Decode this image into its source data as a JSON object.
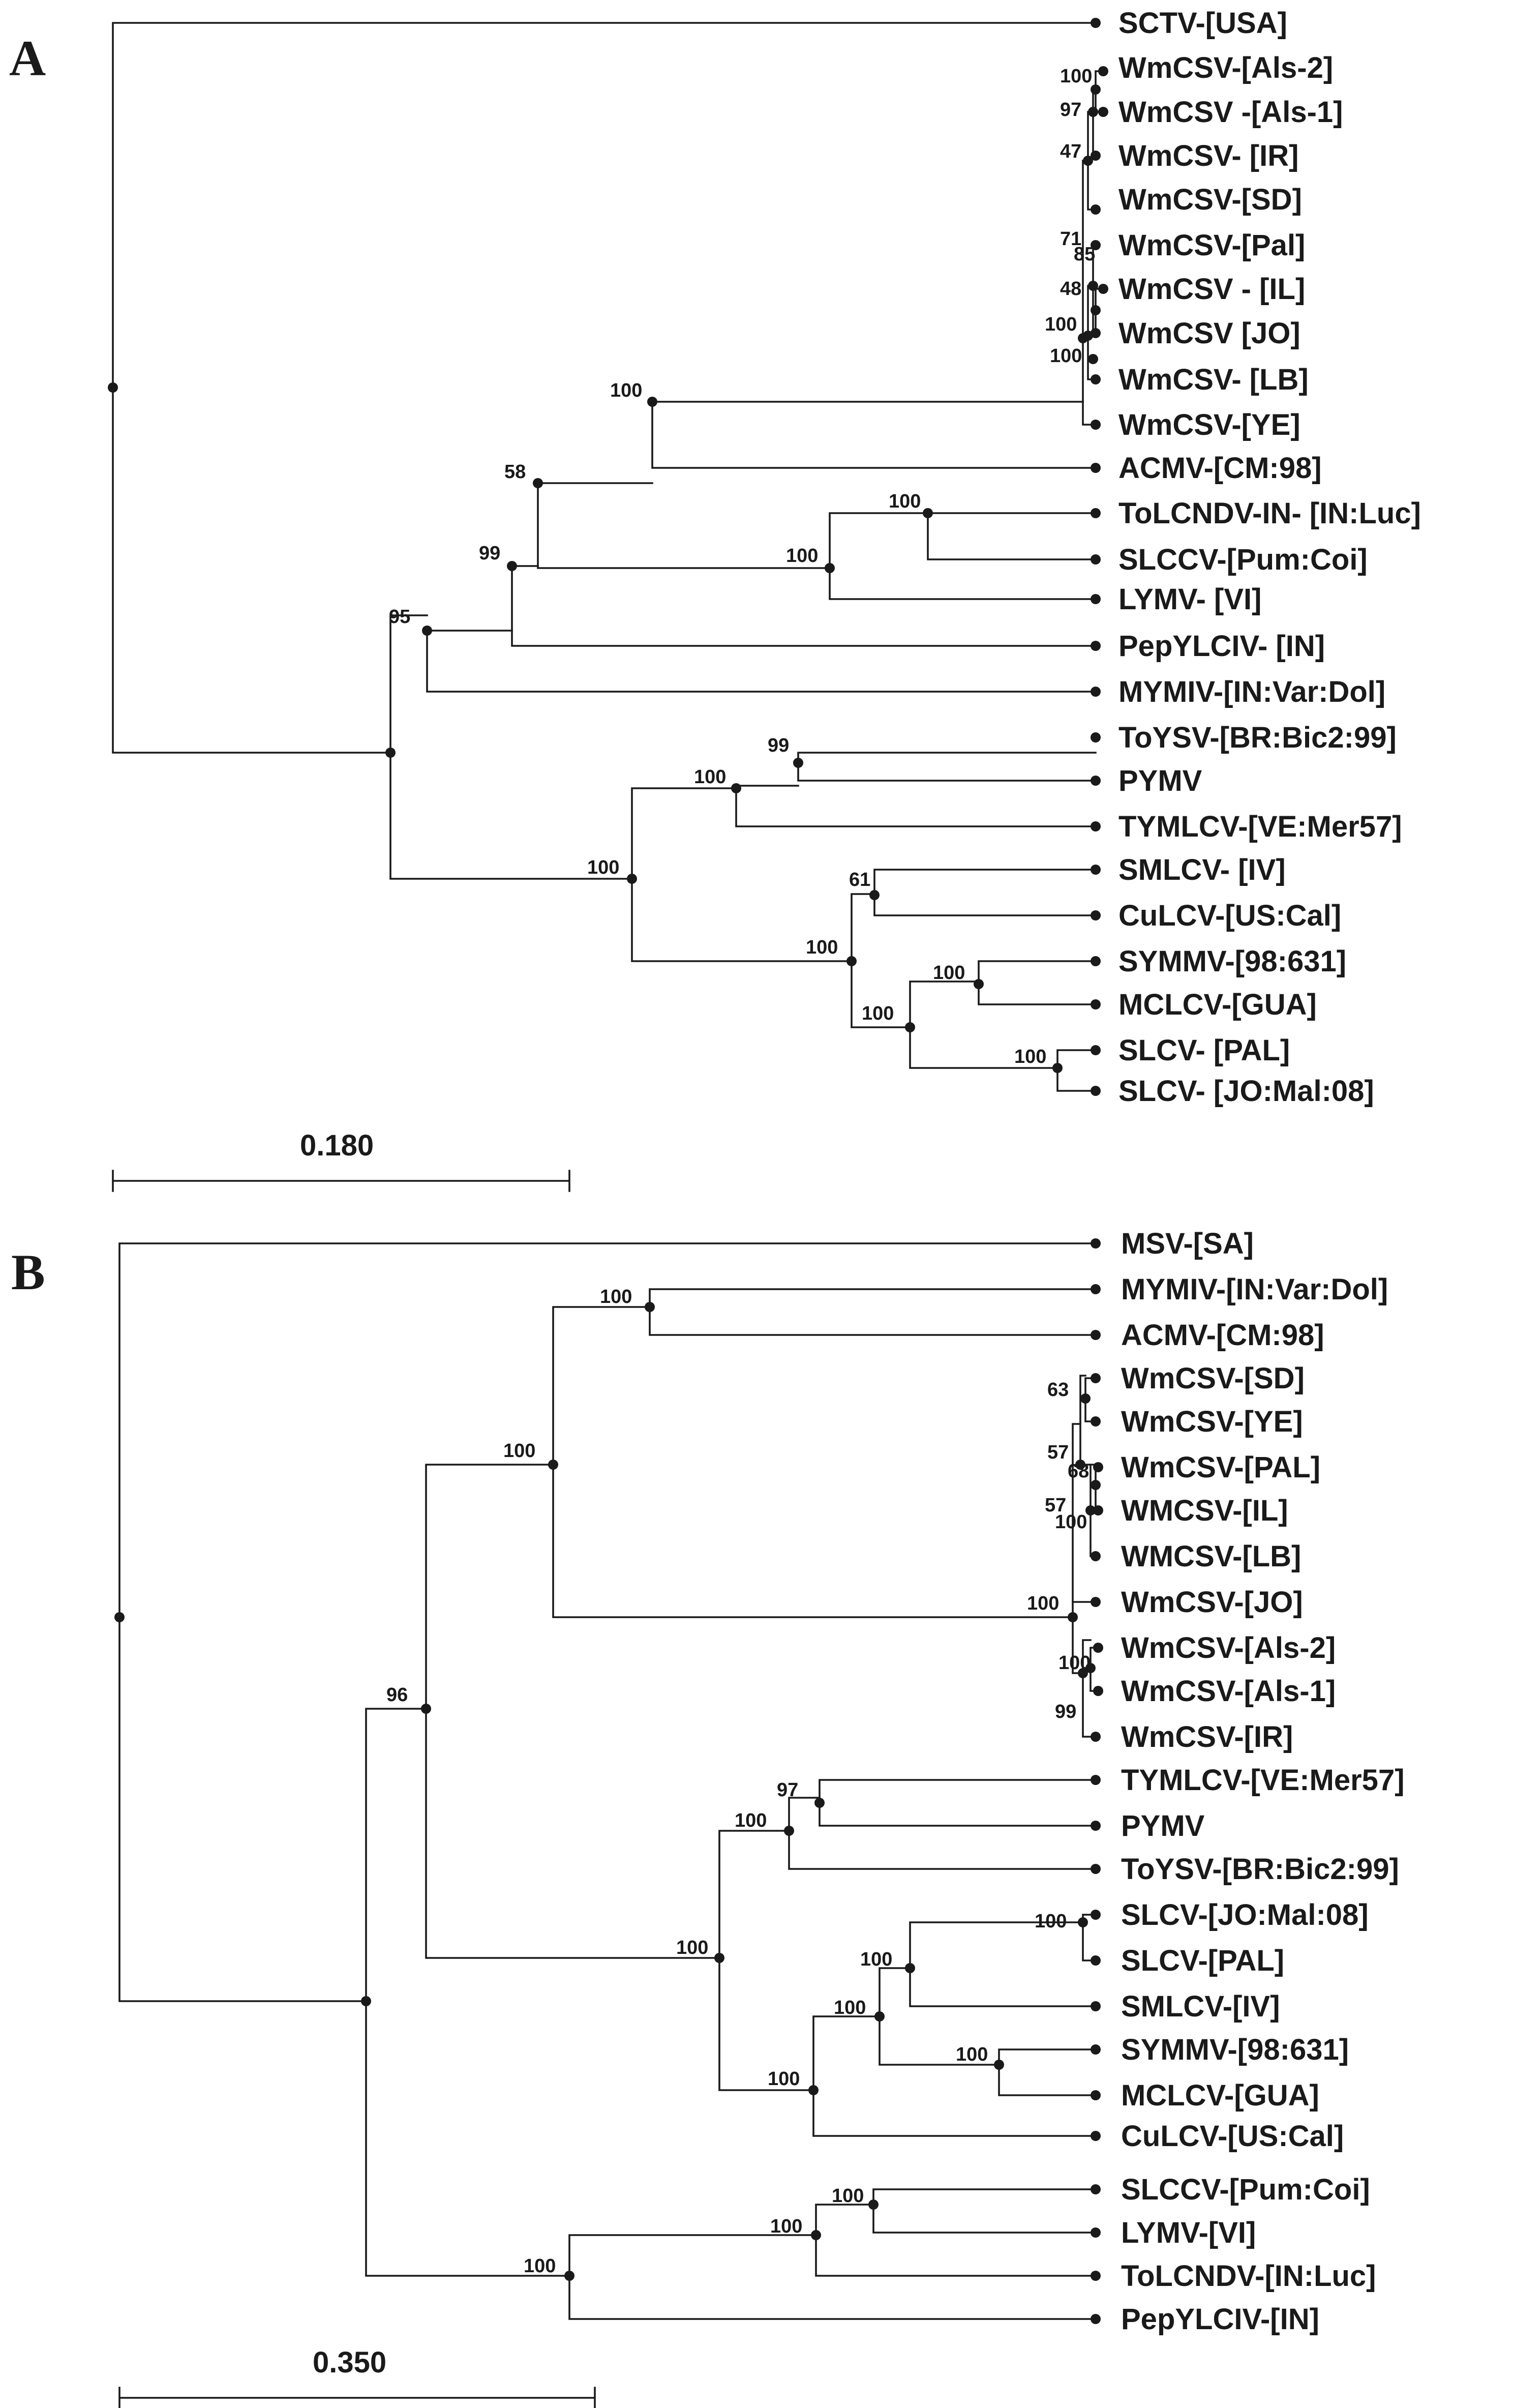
{
  "figure": {
    "panels": [
      {
        "id": "A",
        "letter": "A",
        "scale_bar_label": "0.180",
        "leaves": [
          "SCTV-[USA]",
          "WmCSV-[Als-2]",
          "WmCSV -[Als-1]",
          "WmCSV- [IR]",
          "WmCSV-[SD]",
          "WmCSV-[Pal]",
          "WmCSV - [IL]",
          "WmCSV [JO]",
          "WmCSV- [LB]",
          "WmCSV-[YE]",
          "ACMV-[CM:98]",
          "ToLCNDV-IN- [IN:Luc]",
          "SLCCV-[Pum:Coi]",
          "LYMV- [VI]",
          "PepYLCIV- [IN]",
          "MYMIV-[IN:Var:Dol]",
          "ToYSV-[BR:Bic2:99]",
          "PYMV",
          "TYMLCV-[VE:Mer57]",
          "SMLCV- [IV]",
          "CuLCV-[US:Cal]",
          "SYMMV-[98:631]",
          "MCLCV-[GUA]",
          "SLCV- [PAL]",
          "SLCV- [JO:Mal:08]"
        ],
        "support_values": [
          "100",
          "97",
          "47",
          "71",
          "85",
          "48",
          "100",
          "100",
          "100",
          "58",
          "100",
          "100",
          "99",
          "95",
          "99",
          "100",
          "100",
          "61",
          "100",
          "100",
          "100",
          "100"
        ]
      },
      {
        "id": "B",
        "letter": "B",
        "scale_bar_label": "0.350",
        "leaves": [
          "MSV-[SA]",
          "MYMIV-[IN:Var:Dol]",
          "ACMV-[CM:98]",
          "WmCSV-[SD]",
          "WmCSV-[YE]",
          "WmCSV-[PAL]",
          "WMCSV-[IL]",
          "WMCSV-[LB]",
          "WmCSV-[JO]",
          "WmCSV-[Als-2]",
          "WmCSV-[Als-1]",
          "WmCSV-[IR]",
          "TYMLCV-[VE:Mer57]",
          "PYMV",
          "ToYSV-[BR:Bic2:99]",
          "SLCV-[JO:Mal:08]",
          "SLCV-[PAL]",
          "SMLCV-[IV]",
          "SYMMV-[98:631]",
          "MCLCV-[GUA]",
          "CuLCV-[US:Cal]",
          "SLCCV-[Pum:Coi]",
          "LYMV-[VI]",
          "ToLCNDV-[IN:Luc]",
          "PepYLCIV-[IN]"
        ],
        "support_values": [
          "100",
          "63",
          "57",
          "68",
          "57",
          "100",
          "100",
          "100",
          "99",
          "96",
          "100",
          "97",
          "100",
          "100",
          "100",
          "100",
          "100",
          "100",
          "100",
          "100",
          "100",
          "100"
        ]
      }
    ]
  }
}
